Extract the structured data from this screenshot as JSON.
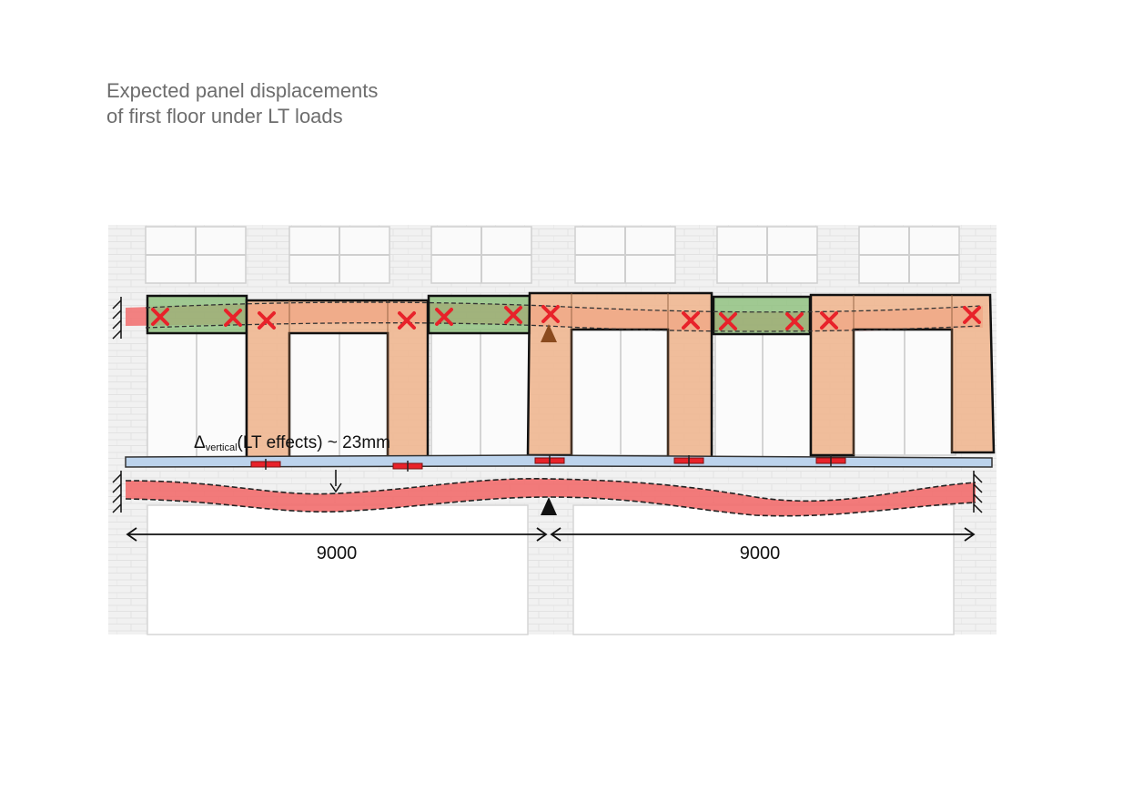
{
  "caption": {
    "line1": "Expected panel displacements",
    "line2": "of first floor under LT loads"
  },
  "annotation": {
    "delta_symbol": "Δ",
    "subscript": "vertical",
    "text": "(LT effects) ~ 23mm"
  },
  "spans": [
    {
      "label": "9000"
    },
    {
      "label": "9000"
    }
  ],
  "colors": {
    "caption": "#6d6d6d",
    "deflection_band": "#f26d6d",
    "panel_orange": "#f0b48c",
    "panel_green": "#8cbf7a",
    "slab_blue": "#bcd3ec",
    "cross_red": "#e8222a"
  },
  "icons": {
    "fixed_support": "hatched-wall-support",
    "pin_support": "triangle-support",
    "release": "red-cross"
  }
}
